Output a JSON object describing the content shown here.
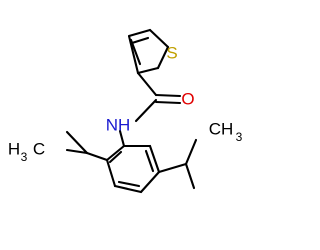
{
  "molecule": {
    "atoms": {
      "sulfur": "S",
      "oxygen": "O",
      "nitrogen": "NH",
      "methyl_left": {
        "main": "H",
        "sub": "3",
        "tail": "C"
      },
      "methyl_right": {
        "main": "CH",
        "sub": "3"
      }
    },
    "colors": {
      "bond": "#000000",
      "sulfur": "#c0a000",
      "oxygen": "#e00000",
      "nitrogen": "#1a1ad0"
    }
  }
}
